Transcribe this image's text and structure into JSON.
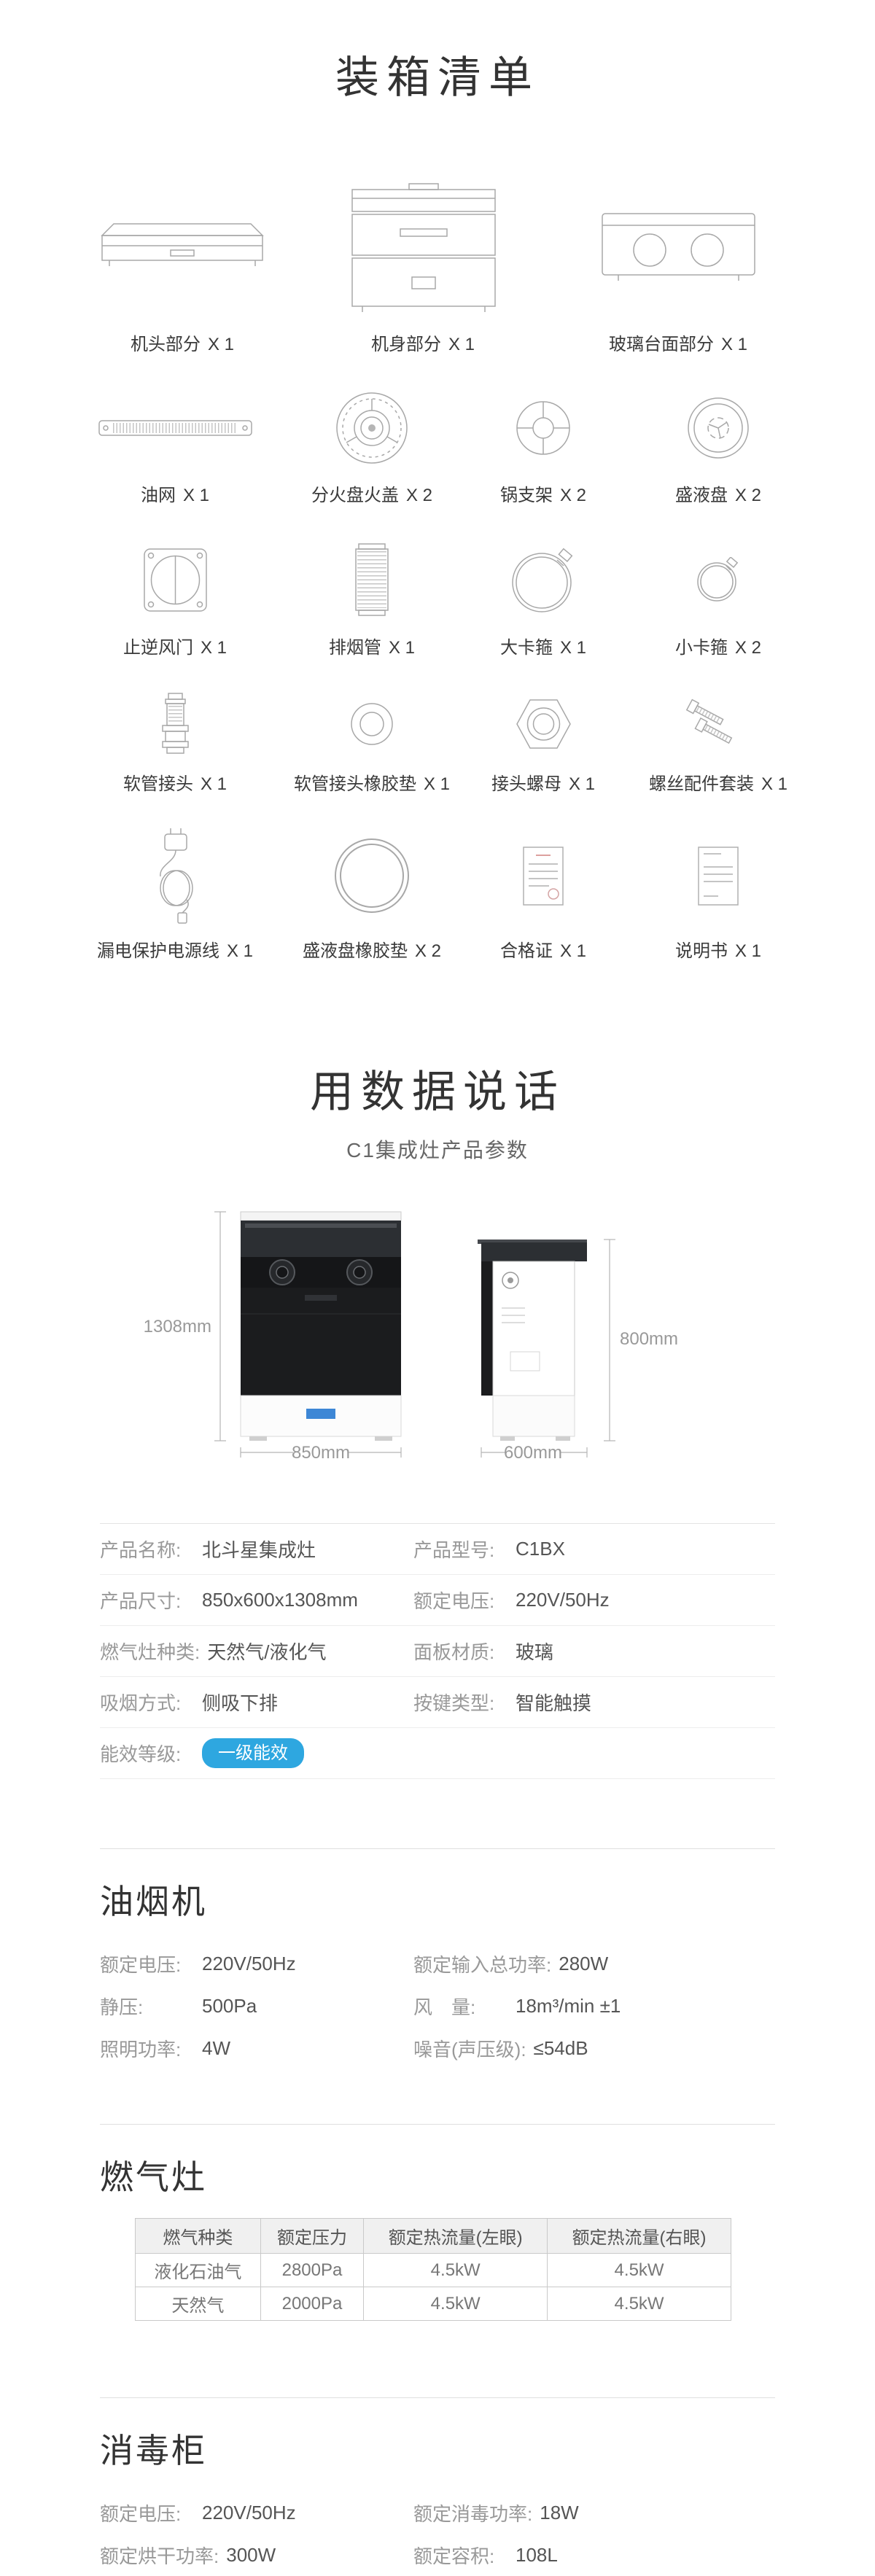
{
  "packing": {
    "title": "装箱清单",
    "row1": [
      {
        "name": "机头部分",
        "qty": "X 1"
      },
      {
        "name": "机身部分",
        "qty": "X 1"
      },
      {
        "name": "玻璃台面部分",
        "qty": "X 1"
      }
    ],
    "items": [
      {
        "name": "油网",
        "qty": "X 1"
      },
      {
        "name": "分火盘火盖",
        "qty": "X 2"
      },
      {
        "name": "锅支架",
        "qty": "X 2"
      },
      {
        "name": "盛液盘",
        "qty": "X 2"
      },
      {
        "name": "止逆风门",
        "qty": "X 1"
      },
      {
        "name": "排烟管",
        "qty": "X 1"
      },
      {
        "name": "大卡箍",
        "qty": "X 1"
      },
      {
        "name": "小卡箍",
        "qty": "X 2"
      },
      {
        "name": "软管接头",
        "qty": "X 1"
      },
      {
        "name": "软管接头橡胶垫",
        "qty": "X 1"
      },
      {
        "name": "接头螺母",
        "qty": "X 1"
      },
      {
        "name": "螺丝配件套装",
        "qty": "X 1"
      },
      {
        "name": "漏电保护电源线",
        "qty": "X 1"
      },
      {
        "name": "盛液盘橡胶垫",
        "qty": "X 2"
      },
      {
        "name": "合格证",
        "qty": "X 1"
      },
      {
        "name": "说明书",
        "qty": "X 1"
      }
    ]
  },
  "data_section": {
    "title": "用数据说话",
    "subtitle": "C1集成灶产品参数",
    "dimensions": {
      "front_height": "1308mm",
      "front_width": "850mm",
      "side_height": "800mm",
      "side_depth": "600mm"
    }
  },
  "specs": {
    "rows": [
      {
        "l_label": "产品名称:",
        "l_value": "北斗星集成灶",
        "r_label": "产品型号:",
        "r_value": "C1BX"
      },
      {
        "l_label": "产品尺寸:",
        "l_value": "850x600x1308mm",
        "r_label": "额定电压:",
        "r_value": "220V/50Hz"
      },
      {
        "l_label": "燃气灶种类:",
        "l_value": "天然气/液化气",
        "r_label": "面板材质:",
        "r_value": "玻璃"
      },
      {
        "l_label": "吸烟方式:",
        "l_value": "侧吸下排",
        "r_label": "按键类型:",
        "r_value": "智能触摸"
      }
    ],
    "energy_label": "能效等级:",
    "energy_badge": "一级能效",
    "badge_color": "#2EA7E0"
  },
  "hood": {
    "title": "油烟机",
    "rows": [
      {
        "l_label": "额定电压:",
        "l_value": "220V/50Hz",
        "r_label": "额定输入总功率:",
        "r_value": "280W"
      },
      {
        "l_label": "静压:",
        "l_value": "500Pa",
        "r_label": "风　量:",
        "r_value": "18m³/min ±1"
      },
      {
        "l_label": "照明功率:",
        "l_value": "4W",
        "r_label": "噪音(声压级):",
        "r_value": "≤54dB"
      }
    ]
  },
  "stove": {
    "title": "燃气灶",
    "table": {
      "headers": [
        "燃气种类",
        "额定压力",
        "额定热流量(左眼)",
        "额定热流量(右眼)"
      ],
      "rows": [
        [
          "液化石油气",
          "2800Pa",
          "4.5kW",
          "4.5kW"
        ],
        [
          "天然气",
          "2000Pa",
          "4.5kW",
          "4.5kW"
        ]
      ]
    }
  },
  "sterilizer": {
    "title": "消毒柜",
    "rows": [
      {
        "l_label": "额定电压:",
        "l_value": "220V/50Hz",
        "r_label": "额定消毒功率:",
        "r_value": "18W"
      },
      {
        "l_label": "额定烘干功率:",
        "l_value": "300W",
        "r_label": "额定容积:",
        "r_value": "108L"
      }
    ]
  }
}
